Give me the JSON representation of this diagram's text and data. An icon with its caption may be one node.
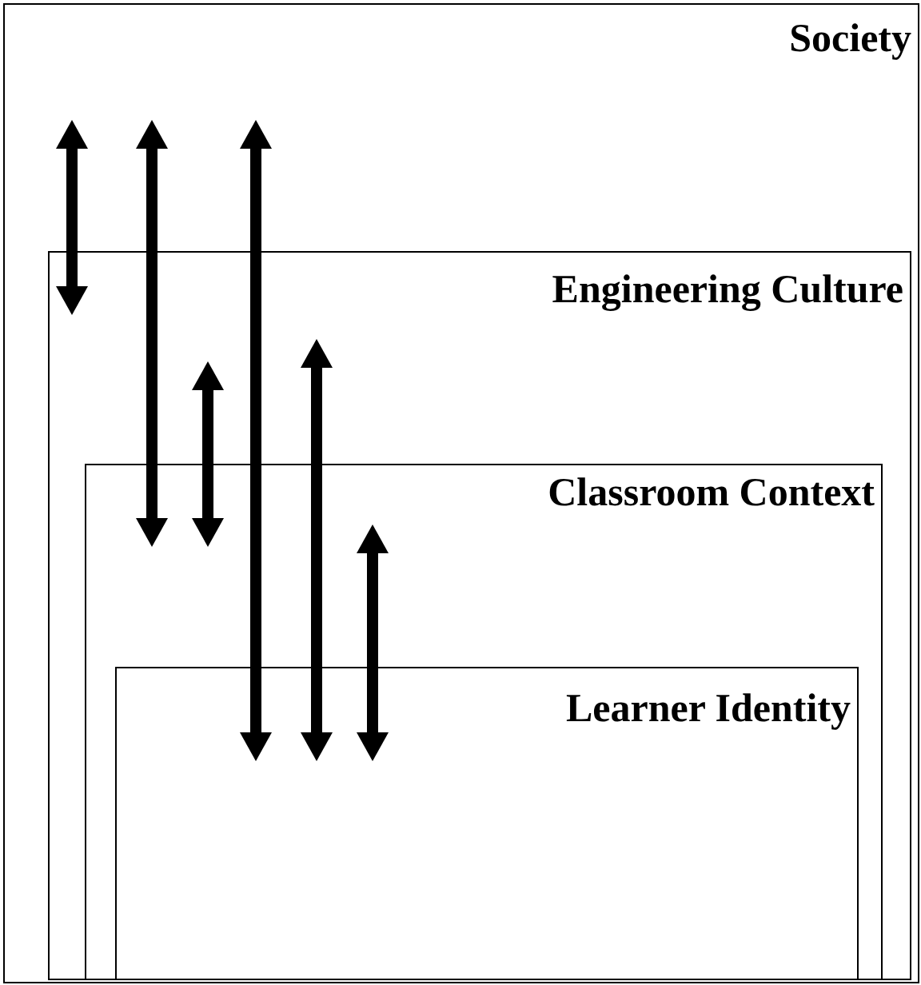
{
  "diagram": {
    "nodes": [
      {
        "text": [
          "Society"
        ]
      },
      {
        "text": [
          "Engineering Culture"
        ],
        "in": 0
      },
      {
        "text": [
          "Classroom Context"
        ],
        "in": 1
      },
      {
        "text": [
          "Learner Identity"
        ],
        "in": 2
      }
    ],
    "edges": [
      {
        "from": 0,
        "to": 1,
        "arrow": "both"
      },
      {
        "from": 0,
        "to": 2,
        "arrow": "both"
      },
      {
        "from": 0,
        "to": 3,
        "arrow": "both"
      },
      {
        "from": 1,
        "to": 2,
        "arrow": "both"
      },
      {
        "from": 1,
        "to": 3,
        "arrow": "both"
      },
      {
        "from": 2,
        "to": 3,
        "arrow": "both"
      }
    ]
  }
}
